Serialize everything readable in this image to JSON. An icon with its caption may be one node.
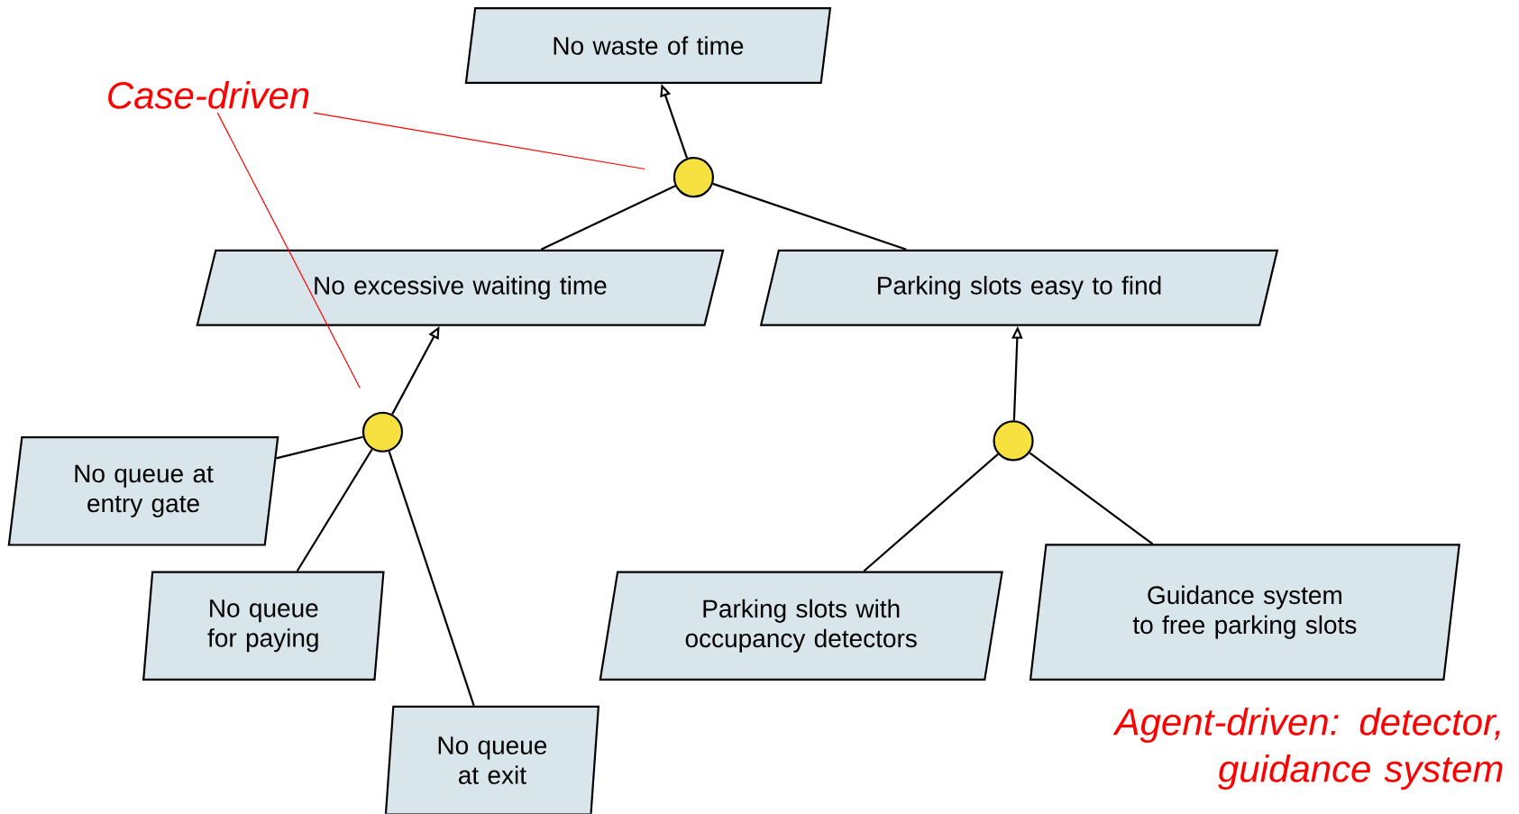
{
  "diagram": {
    "nodes": [
      {
        "text": [
          "No waste of time"
        ]
      },
      {
        "text": [
          "No excessive waiting time"
        ]
      },
      {
        "text": [
          "Parking slots easy to find"
        ]
      },
      {
        "text": [],
        "shape": "circle"
      },
      {
        "text": [],
        "shape": "circle"
      },
      {
        "text": [],
        "shape": "circle"
      },
      {
        "text": [
          "No queue at entry gate"
        ]
      },
      {
        "text": [
          "No queue for paying"
        ]
      },
      {
        "text": [
          "No queue at exit"
        ]
      },
      {
        "text": [
          "Parking slots with occupancy detectors"
        ]
      },
      {
        "text": [
          "Guidance system to free parking slots"
        ]
      },
      {
        "text": [
          "Case-driven"
        ]
      }
    ],
    "edges": [
      {
        "from": 3,
        "to": 0,
        "arrow": "to"
      },
      {
        "from": 1,
        "to": 3,
        "arrow": "none"
      },
      {
        "from": 2,
        "to": 3,
        "arrow": "none"
      },
      {
        "from": 4,
        "to": 1,
        "arrow": "to"
      },
      {
        "from": 6,
        "to": 4,
        "arrow": "none"
      },
      {
        "from": 7,
        "to": 4,
        "arrow": "none"
      },
      {
        "from": 8,
        "to": 4,
        "arrow": "none"
      },
      {
        "from": 5,
        "to": 2,
        "arrow": "to"
      },
      {
        "from": 9,
        "to": 5,
        "arrow": "none"
      },
      {
        "from": 10,
        "to": 5,
        "arrow": "none"
      },
      {
        "from": 11,
        "to": 3,
        "arrow": "none",
        "color": "#ff0000"
      },
      {
        "from": 11,
        "to": 4,
        "arrow": "none",
        "color": "#ff0000"
      }
    ],
    "labels": [
      "Agent-driven: detector, guidance system"
    ]
  }
}
